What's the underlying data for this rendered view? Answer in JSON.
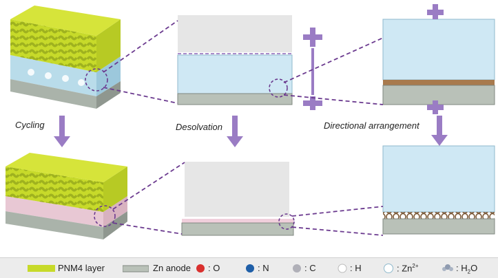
{
  "labels": {
    "cycling": "Cycling",
    "desolvation": "Desolvation",
    "directional": "Directional arrangement"
  },
  "legend": {
    "layer": "PNM4 layer",
    "anode": "Zn anode",
    "o": ": O",
    "n": ": N",
    "c": ": C",
    "h": ": H",
    "zn": ": Zn",
    "zn_sup": "2+",
    "h2o": ": H",
    "h2o_sub": "2",
    "h2o_tail": "O"
  },
  "colors": {
    "accent": "#8a64b8",
    "electrolyte": "#cfe8f4",
    "anode": "#b9c1b8",
    "copper": "#a87a4d",
    "polymer": "#cfe02a"
  }
}
